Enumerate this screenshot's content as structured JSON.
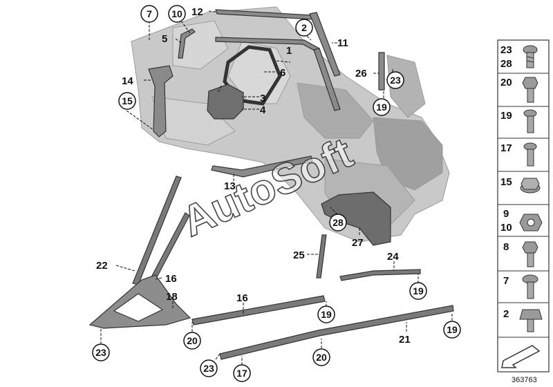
{
  "diagram": {
    "watermark": "AutoSoft",
    "reference_number": "363763",
    "part_labels": {
      "p1": "1",
      "p3": "3",
      "p4": "4",
      "p5": "5",
      "p6": "6",
      "p11": "11",
      "p12": "12",
      "p13": "13",
      "p14": "14",
      "p16a": "16",
      "p16b": "16",
      "p18": "18",
      "p21": "21",
      "p22": "22",
      "p24": "24",
      "p25": "25",
      "p26": "26",
      "p27": "27"
    },
    "circled_labels": {
      "c7": "7",
      "c10": "10",
      "c2": "2",
      "c15": "15",
      "c23a": "23",
      "c19a": "19",
      "c28": "28",
      "c19b": "19",
      "c19c": "19",
      "c19d": "19",
      "c20a": "20",
      "c20b": "20",
      "c23b": "23",
      "c17": "17",
      "c23c": "23"
    },
    "fastener_panel": [
      {
        "labels": [
          "23",
          "28"
        ],
        "icon": "torx-screw-flange-icon"
      },
      {
        "labels": [
          "20"
        ],
        "icon": "hex-bolt-flange-icon"
      },
      {
        "labels": [
          "19"
        ],
        "icon": "torx-screw-icon"
      },
      {
        "labels": [
          "17"
        ],
        "icon": "torx-screw-short-icon"
      },
      {
        "labels": [
          "15"
        ],
        "icon": "hex-flange-nut-icon"
      },
      {
        "labels": [
          "9",
          "10"
        ],
        "icon": "hex-nut-icon"
      },
      {
        "labels": [
          "8"
        ],
        "icon": "hex-bolt-icon"
      },
      {
        "labels": [
          "7"
        ],
        "icon": "torx-screw-washer-icon"
      },
      {
        "labels": [
          "2"
        ],
        "icon": "clip-screw-icon"
      },
      {
        "labels": [],
        "icon": "arrow-icon"
      }
    ]
  }
}
